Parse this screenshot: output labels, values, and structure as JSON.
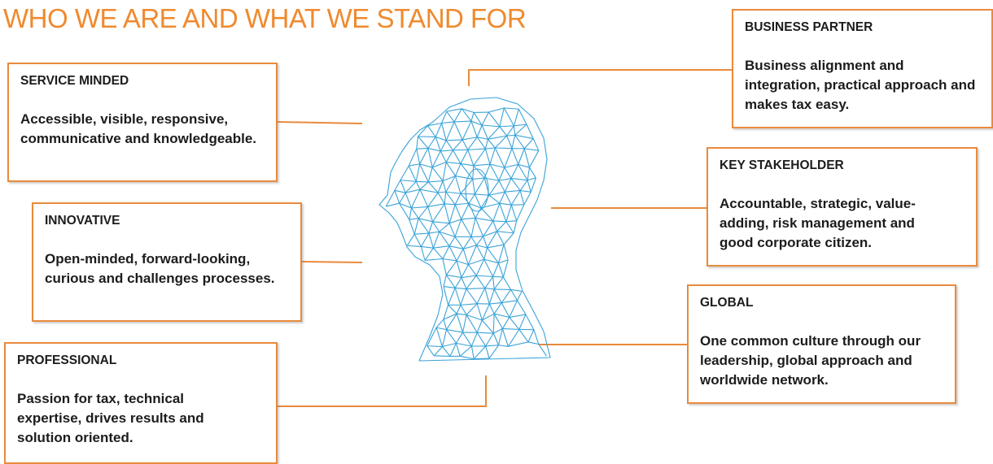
{
  "title": "WHO WE ARE AND WHAT WE STAND FOR",
  "colors": {
    "accent": "#ef8a2f",
    "border": "#e98a3c",
    "mesh": "#3aa3d8"
  },
  "illustration": "wireframe-head-icon",
  "cards": {
    "service": {
      "heading": "SERVICE MINDED",
      "lines": [
        "Accessible, visible, responsive,",
        "communicative and knowledgeable."
      ]
    },
    "innovative": {
      "heading": "INNOVATIVE",
      "lines": [
        "Open-minded, forward-looking,",
        "curious and challenges processes."
      ]
    },
    "professional": {
      "heading": "PROFESSIONAL",
      "lines": [
        "Passion for tax, technical",
        "expertise, drives results and",
        "solution oriented."
      ]
    },
    "business": {
      "heading": "BUSINESS PARTNER",
      "lines": [
        "Business alignment and",
        "integration, practical approach and",
        "makes tax easy."
      ]
    },
    "stakeholder": {
      "heading": "KEY STAKEHOLDER",
      "lines": [
        "Accountable, strategic, value-",
        "adding, risk management and",
        "good corporate citizen."
      ]
    },
    "global": {
      "heading": "GLOBAL",
      "lines": [
        "One common culture through our",
        "leadership, global approach and",
        "worldwide network."
      ]
    }
  }
}
